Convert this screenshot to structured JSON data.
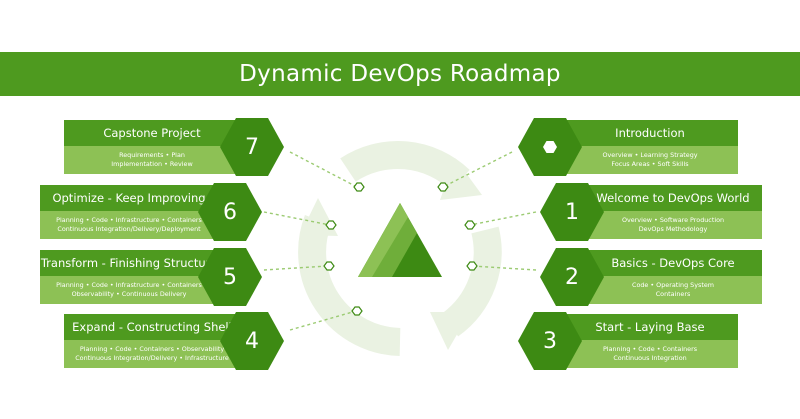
{
  "title": "Dynamic DevOps Roadmap",
  "colors": {
    "dark_green": "#4e9a1f",
    "hex_green": "#3d8a13",
    "light_green": "#8dc155",
    "ring": "#eaf2e2"
  },
  "left_steps": [
    {
      "number": "7",
      "title": "Capstone Project",
      "lines": [
        "Requirements • Plan",
        "Implementation • Review"
      ]
    },
    {
      "number": "6",
      "title": "Optimize - Keep Improving",
      "lines": [
        "Planning • Code • Infrastructure • Containers",
        "Continuous Integration/Delivery/Deployment"
      ]
    },
    {
      "number": "5",
      "title": "Transform - Finishing Structure",
      "lines": [
        "Planning • Code • Infrastructure • Containers",
        "Observability • Continuous Delivery"
      ]
    },
    {
      "number": "4",
      "title": "Expand - Constructing Shell",
      "lines": [
        "Planning • Code • Containers • Observability",
        "Continuous Integration/Delivery • Infrastructure"
      ]
    }
  ],
  "right_steps": [
    {
      "number": "",
      "icon": "hexagon-icon",
      "title": "Introduction",
      "lines": [
        "Overview • Learning Strategy",
        "Focus Areas • Soft Skills"
      ]
    },
    {
      "number": "1",
      "title": "Welcome to DevOps World",
      "lines": [
        "Overview • Software Production",
        "DevOps Methodology"
      ]
    },
    {
      "number": "2",
      "title": "Basics - DevOps Core",
      "lines": [
        "Code • Operating System",
        "Containers"
      ]
    },
    {
      "number": "3",
      "title": "Start - Laying Base",
      "lines": [
        "Planning • Code • Containers",
        "Continuous Integration"
      ]
    }
  ]
}
